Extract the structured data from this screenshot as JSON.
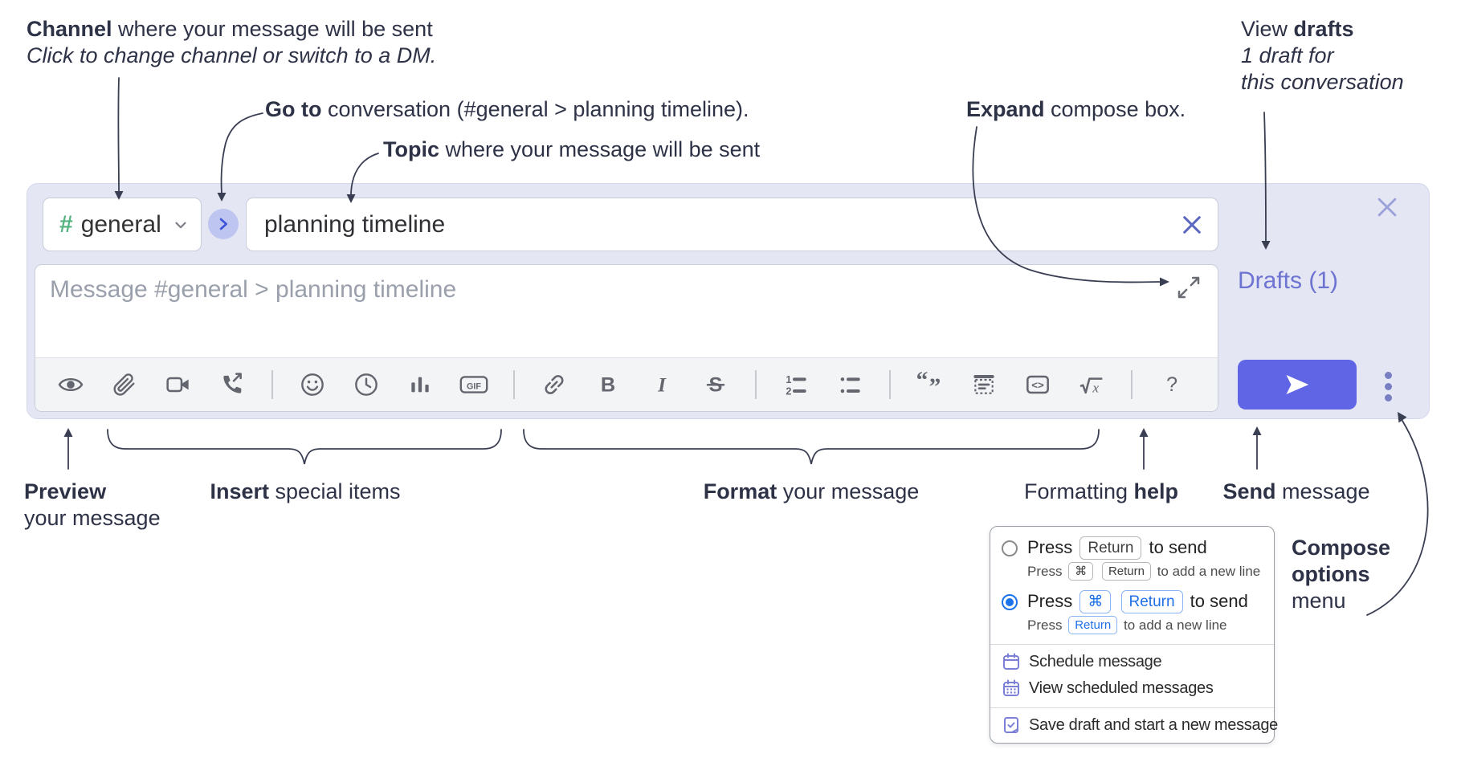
{
  "annotations": {
    "channel_bold": "Channel",
    "channel_rest": " where your message will be sent",
    "channel_sub": "Click to change channel or switch to a DM.",
    "goto_bold": "Go to",
    "goto_rest": " conversation (#general > planning timeline).",
    "topic_bold": "Topic",
    "topic_rest": " where your message will be sent",
    "expand_bold": "Expand",
    "expand_rest": " compose box.",
    "drafts_pre": "View ",
    "drafts_bold": "drafts",
    "drafts_line2": "1 draft for",
    "drafts_line3": "this conversation",
    "preview_bold": "Preview",
    "preview_line2": "your message",
    "insert_bold": "Insert",
    "insert_rest": " special items",
    "format_bold": "Format",
    "format_rest": " your message",
    "help_pre": "Formatting ",
    "help_bold": "help",
    "send_bold": "Send",
    "send_rest": " message",
    "options_line1": "Compose",
    "options_line2": "options",
    "options_line3": "menu"
  },
  "compose": {
    "channel_hash": "#",
    "channel_name": "general",
    "topic_value": "planning timeline",
    "message_placeholder": "Message #general > planning timeline",
    "drafts_link": "Drafts (1)",
    "gif_label": "GIF",
    "toolbar_icons": [
      "preview",
      "attach",
      "video-call",
      "audio-call",
      "divider",
      "emoji",
      "time",
      "poll",
      "gif",
      "divider",
      "link",
      "bold",
      "italic",
      "strikethrough",
      "divider",
      "numbered-list",
      "bulleted-list",
      "divider",
      "quote",
      "spoiler",
      "code",
      "math",
      "divider",
      "help"
    ]
  },
  "menu": {
    "opt1_press": "Press",
    "opt1_key": "Return",
    "opt1_suffix": "to send",
    "opt1_sub_press": "Press",
    "opt1_sub_key1": "⌘",
    "opt1_sub_key2": "Return",
    "opt1_sub_suffix": "to add a new line",
    "opt2_press": "Press",
    "opt2_key1": "⌘",
    "opt2_key2": "Return",
    "opt2_suffix": "to send",
    "opt2_sub_press": "Press",
    "opt2_sub_key": "Return",
    "opt2_sub_suffix": "to add a new line",
    "item_schedule": "Schedule message",
    "item_view_scheduled": "View scheduled messages",
    "item_save_draft": "Save draft and start a new message"
  },
  "colors": {
    "compose_bg": "#e4e6f4",
    "send_accent": "#6065e6",
    "drafts_link": "#6d73d0",
    "hash_green": "#55b37f",
    "goto_chevron": "#3d53d8",
    "radio_selected": "#1a73e8",
    "key_blue": "#1f6fe8",
    "menu_icon_purple": "#7b80d6",
    "annotation_ink": "#2e3247",
    "toolbar_icon": "#63666e"
  }
}
